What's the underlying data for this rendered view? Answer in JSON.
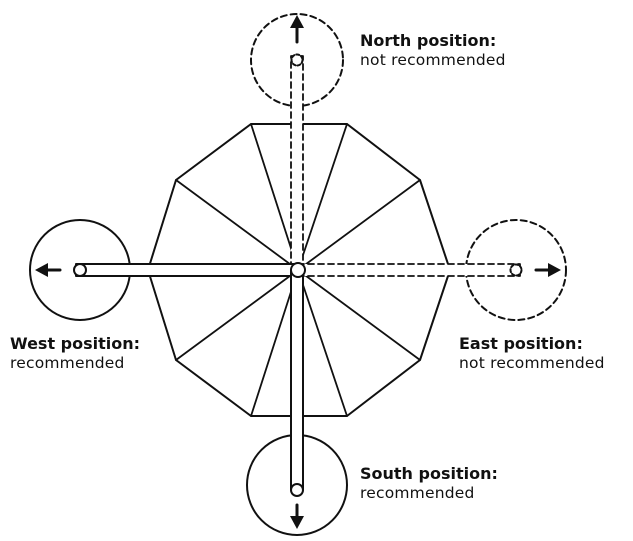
{
  "positions": {
    "north": {
      "title": "North position:",
      "status": "not recommended"
    },
    "west": {
      "title": "West position:",
      "status": "recommended"
    },
    "east": {
      "title": "East position:",
      "status": "not recommended"
    },
    "south": {
      "title": "South position:",
      "status": "recommended"
    }
  },
  "colors": {
    "stroke": "#111111",
    "fill": "#ffffff"
  }
}
